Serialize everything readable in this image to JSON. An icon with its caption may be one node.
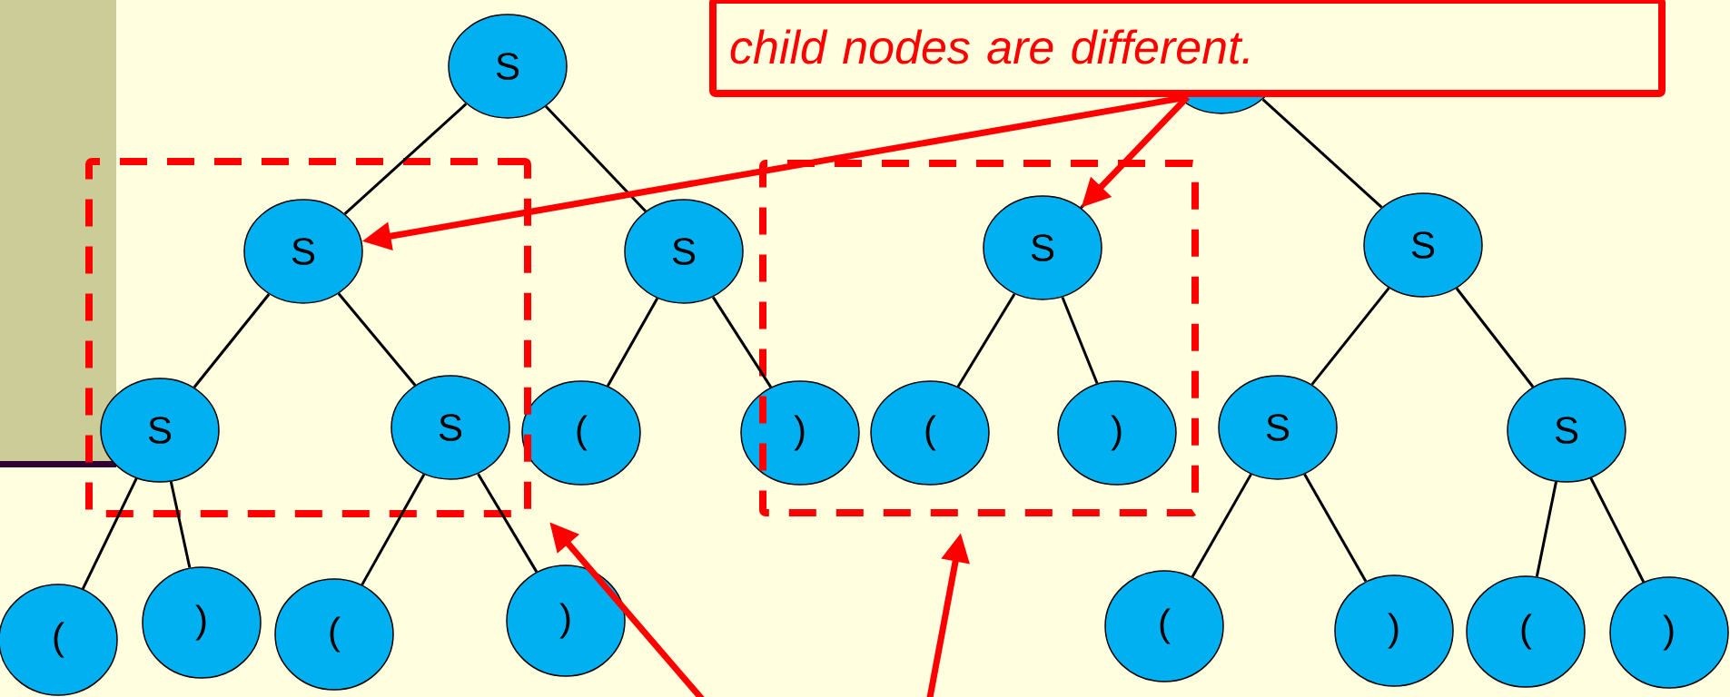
{
  "diagram": {
    "nodes": [
      {
        "text": [
          "S"
        ]
      },
      {
        "text": [
          "S"
        ],
        "in": 23
      },
      {
        "text": [
          "S"
        ]
      },
      {
        "text": [
          "S"
        ],
        "in": 23
      },
      {
        "text": [
          "S"
        ],
        "in": 23
      },
      {
        "text": [
          "("
        ]
      },
      {
        "text": [
          ")"
        ]
      },
      {
        "text": [
          "("
        ]
      },
      {
        "text": [
          ")"
        ]
      },
      {
        "text": [
          "("
        ]
      },
      {
        "text": [
          ")"
        ]
      },
      {
        "text": [],
        "shape": "circle"
      },
      {
        "text": [
          "S"
        ],
        "in": 24
      },
      {
        "text": [
          "S"
        ]
      },
      {
        "text": [
          "("
        ],
        "in": 24
      },
      {
        "text": [
          ")"
        ],
        "in": 24
      },
      {
        "text": [
          "S"
        ]
      },
      {
        "text": [
          "S"
        ]
      },
      {
        "text": [
          "("
        ]
      },
      {
        "text": [
          ")"
        ]
      },
      {
        "text": [
          "("
        ]
      },
      {
        "text": [
          ")"
        ]
      },
      {
        "text": [
          "child nodes are different."
        ]
      },
      {
        "text": [],
        "shape": "box"
      },
      {
        "text": [],
        "shape": "box"
      }
    ],
    "edges": [
      {
        "from": 0,
        "to": 1,
        "arrow": "none"
      },
      {
        "from": 0,
        "to": 2,
        "arrow": "none"
      },
      {
        "from": 1,
        "to": 3,
        "arrow": "none"
      },
      {
        "from": 1,
        "to": 4,
        "arrow": "none"
      },
      {
        "from": 2,
        "to": 5,
        "arrow": "none"
      },
      {
        "from": 2,
        "to": 6,
        "arrow": "none"
      },
      {
        "from": 3,
        "to": 7,
        "arrow": "none"
      },
      {
        "from": 3,
        "to": 8,
        "arrow": "none"
      },
      {
        "from": 4,
        "to": 9,
        "arrow": "none"
      },
      {
        "from": 4,
        "to": 10,
        "arrow": "none"
      },
      {
        "from": 11,
        "to": 12,
        "arrow": "none"
      },
      {
        "from": 11,
        "to": 13,
        "arrow": "none"
      },
      {
        "from": 12,
        "to": 14,
        "arrow": "none"
      },
      {
        "from": 12,
        "to": 15,
        "arrow": "none"
      },
      {
        "from": 13,
        "to": 16,
        "arrow": "none"
      },
      {
        "from": 13,
        "to": 17,
        "arrow": "none"
      },
      {
        "from": 16,
        "to": 18,
        "arrow": "none"
      },
      {
        "from": 16,
        "to": 19,
        "arrow": "none"
      },
      {
        "from": 17,
        "to": 20,
        "arrow": "none"
      },
      {
        "from": 17,
        "to": 21,
        "arrow": "none"
      },
      {
        "from": 22,
        "to": 1,
        "arrow": "to",
        "style": "thick",
        "color": "#ff0000"
      },
      {
        "from": 22,
        "to": 12,
        "arrow": "to",
        "style": "thick",
        "color": "#ff0000"
      },
      {
        "from": null,
        "to": 23,
        "arrow": "to",
        "style": "thick",
        "color": "#ff0000"
      },
      {
        "from": null,
        "to": 24,
        "arrow": "to",
        "style": "thick",
        "color": "#ff0000"
      }
    ]
  }
}
